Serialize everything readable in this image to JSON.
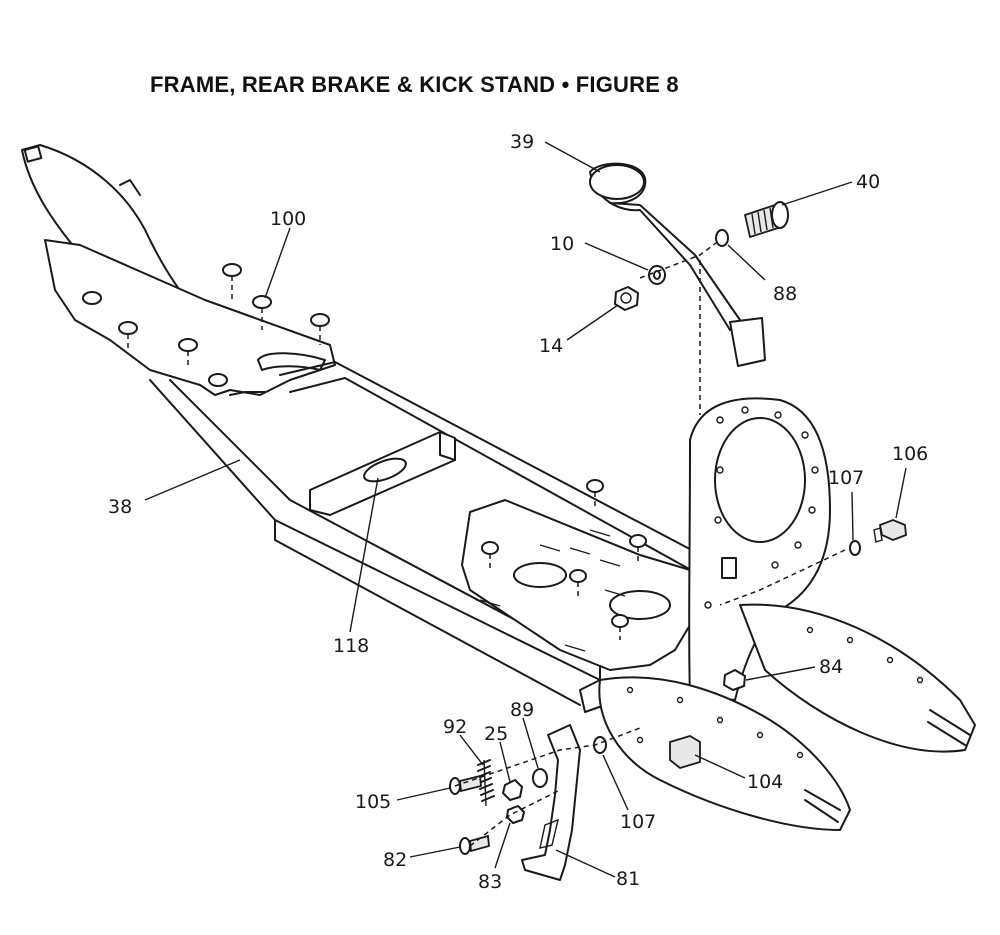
{
  "title": "FRAME, REAR BRAKE & KICK STAND  •  FIGURE 8",
  "callouts": {
    "p39": "39",
    "p40": "40",
    "p10": "10",
    "p88": "88",
    "p14": "14",
    "p100": "100",
    "p38": "38",
    "p118": "118",
    "p107a": "107",
    "p106": "106",
    "p84": "84",
    "p104": "104",
    "p107b": "107",
    "p81": "81",
    "p92": "92",
    "p25": "25",
    "p89": "89",
    "p105": "105",
    "p82": "82",
    "p83": "83"
  }
}
